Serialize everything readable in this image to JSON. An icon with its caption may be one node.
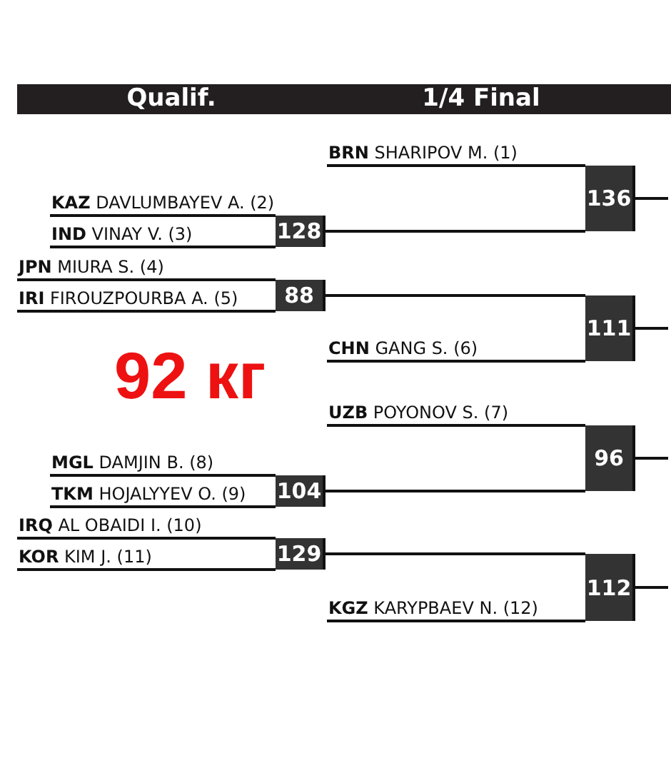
{
  "diagram": {
    "title": "92 кг",
    "nodes": [
      {
        "text": [
          "**BRN** SHARIPOV M. (1)"
        ]
      },
      {
        "text": [
          "**KAZ** DAVLUMBAYEV A. (2)"
        ]
      },
      {
        "text": [
          "136"
        ]
      },
      {
        "text": [
          "**IND** VINAY V. (3)"
        ]
      },
      {
        "text": [
          "128"
        ]
      },
      {
        "text": [
          "**JPN** MIURA S. (4)"
        ]
      },
      {
        "text": [
          "**IRI** FIROUZPOURBA A. (5)"
        ]
      },
      {
        "text": [
          "88"
        ]
      },
      {
        "text": [
          "111"
        ]
      },
      {
        "text": [
          "**CHN** GANG S. (6)"
        ]
      },
      {
        "text": [
          "**UZB** POYONOV S. (7)"
        ]
      },
      {
        "text": [
          "**MGL** DAMJIN B. (8)"
        ]
      },
      {
        "text": [
          "96"
        ]
      },
      {
        "text": [
          "**TKM** HOJALYYEV O. (9)"
        ]
      },
      {
        "text": [
          "104"
        ]
      },
      {
        "text": [
          "**IRQ** AL OBAIDI I. (10)"
        ]
      },
      {
        "text": [
          "**KOR** KIM J. (11)"
        ]
      },
      {
        "text": [
          "129"
        ]
      },
      {
        "text": [
          "112"
        ]
      },
      {
        "text": [
          "**KGZ** KARYPBAEV N. (12)"
        ]
      }
    ],
    "edges": [
      {
        "from": 1,
        "to": 4,
        "arrow": "none"
      },
      {
        "from": 3,
        "to": 4,
        "arrow": "none"
      },
      {
        "from": 0,
        "to": 2,
        "arrow": "none"
      },
      {
        "from": 4,
        "to": 2,
        "arrow": "none"
      },
      {
        "from": 2,
        "to": null,
        "arrow": "none"
      },
      {
        "from": 5,
        "to": 7,
        "arrow": "none"
      },
      {
        "from": 6,
        "to": 7,
        "arrow": "none"
      },
      {
        "from": 7,
        "to": 8,
        "arrow": "none"
      },
      {
        "from": 9,
        "to": 8,
        "arrow": "none"
      },
      {
        "from": 8,
        "to": null,
        "arrow": "none"
      },
      {
        "from": 11,
        "to": 14,
        "arrow": "none"
      },
      {
        "from": 13,
        "to": 14,
        "arrow": "none"
      },
      {
        "from": 10,
        "to": 12,
        "arrow": "none"
      },
      {
        "from": 14,
        "to": 12,
        "arrow": "none"
      },
      {
        "from": 12,
        "to": null,
        "arrow": "none"
      },
      {
        "from": 15,
        "to": 17,
        "arrow": "none"
      },
      {
        "from": 16,
        "to": 17,
        "arrow": "none"
      },
      {
        "from": 17,
        "to": 18,
        "arrow": "none"
      },
      {
        "from": 19,
        "to": 18,
        "arrow": "none"
      },
      {
        "from": 18,
        "to": null,
        "arrow": "none"
      }
    ],
    "labels": [
      "Qualif.",
      "1/4 Final"
    ]
  }
}
